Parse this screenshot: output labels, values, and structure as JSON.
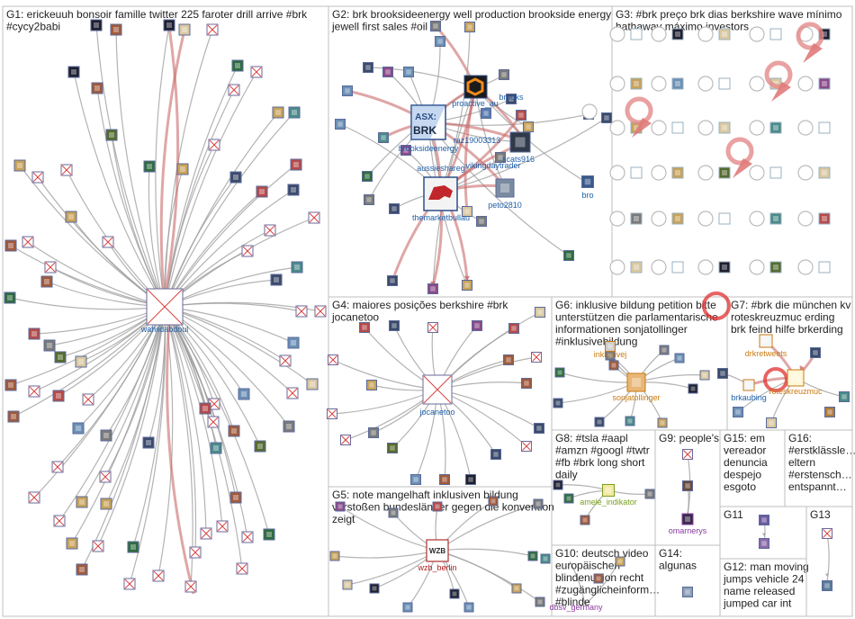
{
  "panels": [
    {
      "id": "G1",
      "title_lines": [
        "G1: erickeuuh bonsoir famille twitter 225 faroter drill arrive #brk",
        "#cycy2babi"
      ]
    },
    {
      "id": "G2",
      "title_lines": [
        "G2: brk brooksideenergy well production brookside energy",
        "jewell first sales #oil"
      ]
    },
    {
      "id": "G3",
      "title_lines": [
        "G3: #brk preço brk dias berkshire wave mínimo",
        "hathaway máximo investors"
      ]
    },
    {
      "id": "G4",
      "title_lines": [
        "G4: maiores posições berkshire #brk",
        "jocanetoo"
      ]
    },
    {
      "id": "G5",
      "title_lines": [
        "G5: note mangelhaft inklusiven bildung",
        "verstoßen bundesländer gegen die konvention",
        "zeigt"
      ]
    },
    {
      "id": "G6",
      "title_lines": [
        "G6: inklusive bildung petition bitte",
        "unterstützen die parlamentarische",
        "informationen sonjatollinger",
        "#inklusivebildung"
      ]
    },
    {
      "id": "G7",
      "title_lines": [
        "G7: #brk die münchen kv",
        "roteskreuzmuc erding",
        "brk feind hilfe brkerding"
      ]
    },
    {
      "id": "G8",
      "title_lines": [
        "G8: #tsla #aapl",
        "#amzn #googl #twtr",
        "#fb #brk long short",
        "daily"
      ]
    },
    {
      "id": "G9",
      "title_lines": [
        "G9: people's"
      ]
    },
    {
      "id": "G10",
      "title_lines": [
        "G10: deutsch video",
        "europäischen",
        "blindenunion recht",
        "#zugänglicheinform…",
        "#blinde"
      ]
    },
    {
      "id": "G11",
      "title_lines": [
        "G11"
      ]
    },
    {
      "id": "G12",
      "title_lines": [
        "G12: man moving",
        "jumps vehicle 24",
        "name released",
        "jumped car int"
      ]
    },
    {
      "id": "G13",
      "title_lines": [
        "G13"
      ]
    },
    {
      "id": "G14",
      "title_lines": [
        "G14:",
        "algunas"
      ]
    },
    {
      "id": "G15",
      "title_lines": [
        "G15: em",
        "vereador",
        "denuncia",
        "despejo",
        "esgoto"
      ]
    },
    {
      "id": "G16",
      "title_lines": [
        "G16:",
        "#erstklässle…",
        "eltern",
        "#erstensch…",
        "entspannt…"
      ]
    }
  ],
  "node_labels": {
    "wahiidabdoul": "wahiidabdoul",
    "proactive_au": "proactive_au",
    "brooks": "brooks",
    "brooksideenergy": "brooksideenergy",
    "raz19003313": "raz19003313",
    "scats916": "scats916",
    "aussieshareg": "aussieshareg",
    "vikingdaytrader": "vikingdaytrader",
    "bro": "bro",
    "themarketbullau": "themarketbullau",
    "peto2810": "peto2810",
    "jocanetoo": "jocanetoo",
    "inklusivej": "inklusivej",
    "sonjatollinger": "sonjatollinger",
    "drkretweets": "drkretweets",
    "brkaubing": "brkaubing",
    "roteskreuzmuc": "roteskreuzmuc",
    "wzb_berlin": "wzb_berlin",
    "amele_indikator": "amele_indikator",
    "omarnerys": "omarnerys",
    "dbsv_germany": "dbsv_germany"
  },
  "logos": {
    "asx_line1": "ASX:",
    "asx_line2": "BRK",
    "wzb": "WZB"
  },
  "colors": {
    "edge": "#9a9a9a",
    "edge_red": "#c96a6a",
    "label_blue": "#1f5fa8",
    "label_orange": "#c87a10",
    "label_green": "#7aa020",
    "label_purple": "#8a3aa0",
    "label_red": "#b02020",
    "label_teal": "#2a8a8a"
  }
}
